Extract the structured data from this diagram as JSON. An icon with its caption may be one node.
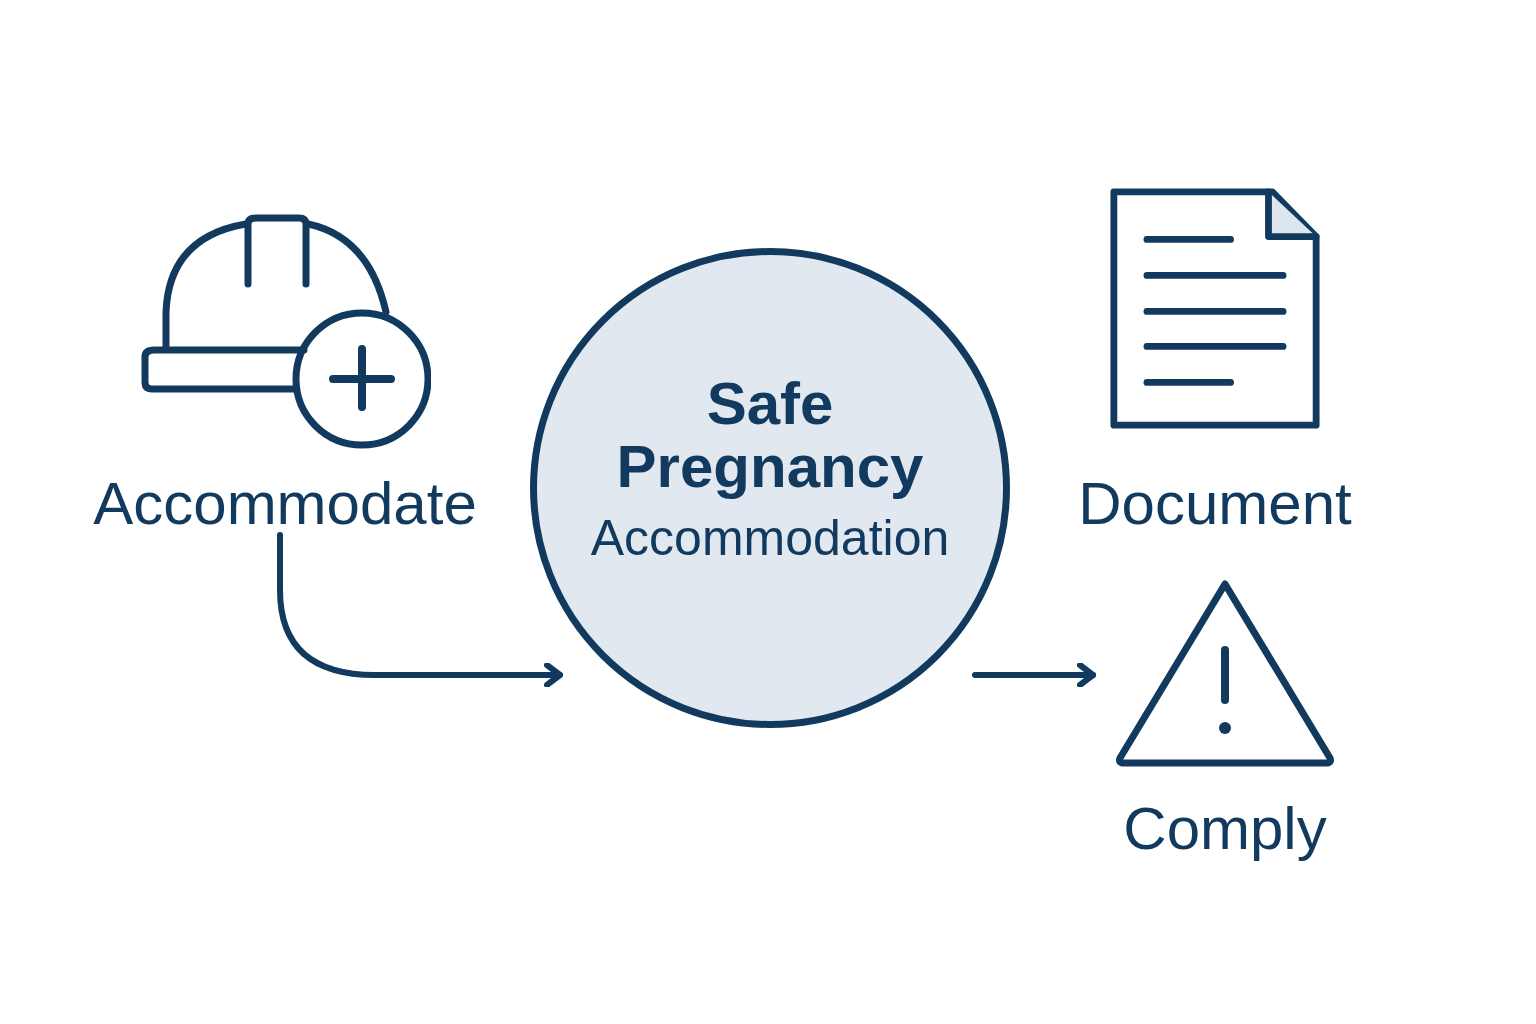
{
  "diagram": {
    "nodes": [
      {
        "text": [
          "Accommodate"
        ]
      },
      {
        "text": [
          "Safe Pregnancy",
          "Accommodation"
        ]
      },
      {
        "text": [
          "Document"
        ]
      },
      {
        "text": [
          "Comply"
        ]
      }
    ],
    "edges": [
      {
        "from": 0,
        "to": 1,
        "arrow": "to"
      },
      {
        "from": 1,
        "to": 3,
        "arrow": "to"
      }
    ]
  }
}
